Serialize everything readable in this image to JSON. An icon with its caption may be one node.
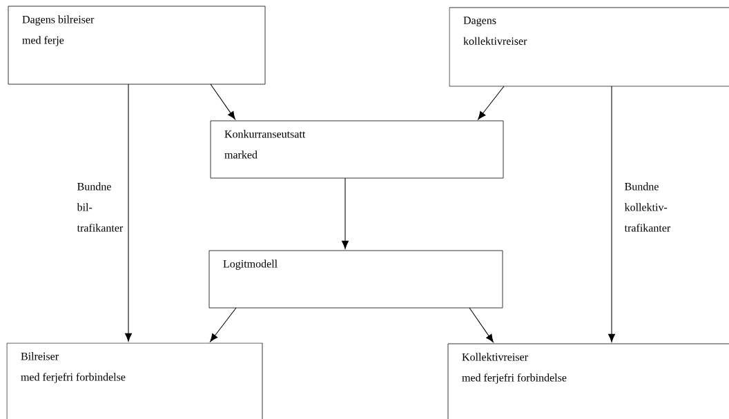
{
  "diagram": {
    "nodes": [
      {
        "text": [
          "Dagens bilreiser",
          "med ferje"
        ]
      },
      {
        "text": [
          "Dagens",
          "kollektivreiser"
        ]
      },
      {
        "text": [
          "Konkurranseutsatt",
          "marked"
        ]
      },
      {
        "text": [
          "Logitmodell"
        ]
      },
      {
        "text": [
          "Bilreiser",
          "med ferjefri forbindelse"
        ]
      },
      {
        "text": [
          "Kollektivreiser",
          "med ferjefri forbindelse"
        ]
      }
    ],
    "edges": [
      {
        "from": 0,
        "to": 4,
        "arrow": "to",
        "label": "Bundne bil- trafikanter"
      },
      {
        "from": 0,
        "to": 2,
        "arrow": "to"
      },
      {
        "from": 1,
        "to": 2,
        "arrow": "to"
      },
      {
        "from": 2,
        "to": 3,
        "arrow": "to"
      },
      {
        "from": 3,
        "to": 4,
        "arrow": "to"
      },
      {
        "from": 3,
        "to": 5,
        "arrow": "to"
      },
      {
        "from": 1,
        "to": 5,
        "arrow": "to",
        "label": "Bundne kollektiv- trafikanter"
      }
    ]
  }
}
